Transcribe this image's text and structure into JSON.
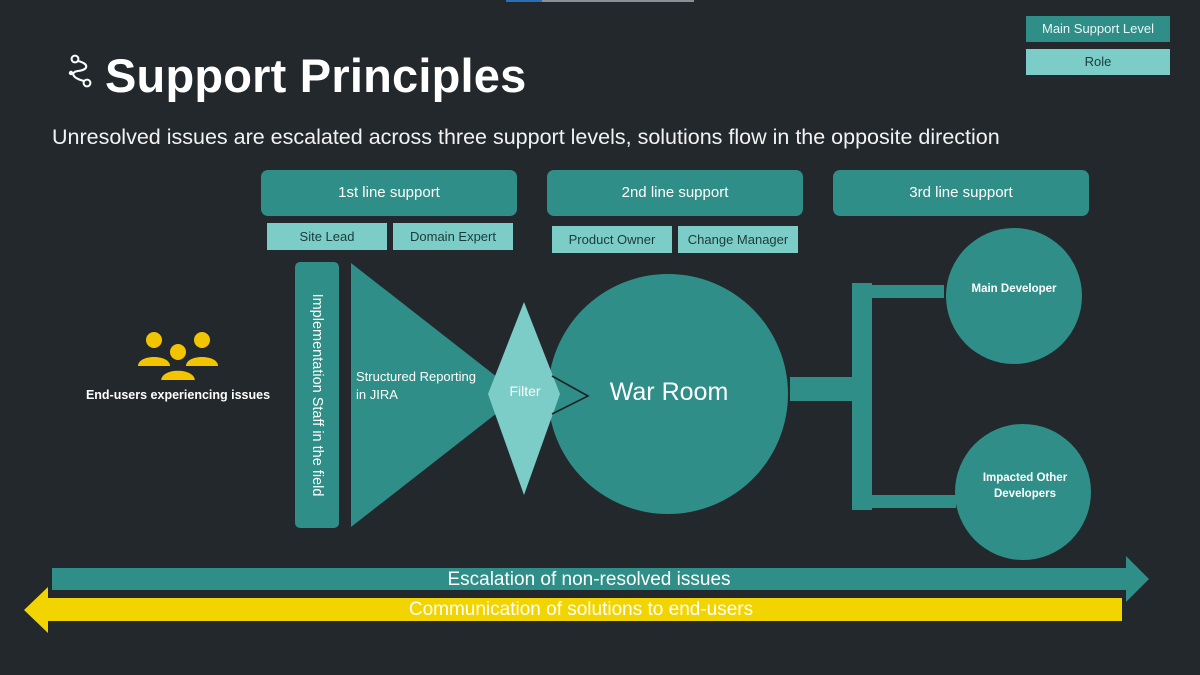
{
  "title": "Support Principles",
  "subtitle": "Unresolved issues are escalated across three support levels, solutions flow in the opposite direction",
  "legend": {
    "main": "Main Support Level",
    "role": "Role"
  },
  "levels": [
    {
      "label": "1st line support",
      "roles": [
        "Site Lead",
        "Domain Expert"
      ]
    },
    {
      "label": "2nd line support",
      "roles": [
        "Product Owner",
        "Change Manager"
      ]
    },
    {
      "label": "3rd line support",
      "roles": []
    }
  ],
  "endusers": "End-users experiencing issues",
  "implementation": "Implementation  Staff in the field",
  "structured": "Structured Reporting in JIRA",
  "filter": "Filter",
  "war_room": "War Room",
  "main_developer": "Main Developer",
  "other_developers": "Impacted Other Developers",
  "escalation": "Escalation of non-resolved issues",
  "communication": "Communication of solutions to end-users",
  "colors": {
    "background": "#23282d",
    "teal": "#2f8e88",
    "light_teal": "#7ccdc8",
    "yellow": "#f2d500",
    "icon_yellow": "#f2c500"
  },
  "icons": {
    "title": "route-icon",
    "users": "people-group-icon"
  }
}
